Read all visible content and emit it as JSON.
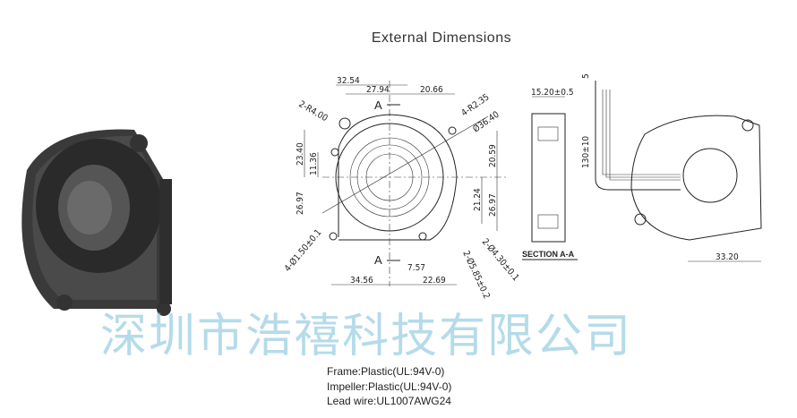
{
  "title": "External Dimensions",
  "front_view": {
    "dims": [
      "32.54",
      "27.94",
      "20.66",
      "2-R4.00",
      "4-R2.35",
      "Ø36.40",
      "23.40",
      "11.36",
      "20.59",
      "26.97",
      "21.24",
      "26.97",
      "4-Ø1.50±0.1",
      "2-Ø4.30±0.1",
      "2-Ø5.85±0.2",
      "7.57",
      "34.56",
      "22.69"
    ],
    "section_marks": [
      "A",
      "A"
    ]
  },
  "section_view": {
    "width": "15.20±0.5",
    "label": "SECTION A-A"
  },
  "back_view": {
    "dims": [
      "5",
      "130±10",
      "33.20"
    ]
  },
  "watermark": "深圳市浩禧科技有限公司",
  "specs": [
    "Frame:Plastic(UL:94V-0)",
    "Impeller:Plastic(UL:94V-0)",
    "Lead wire:UL1007AWG24"
  ]
}
